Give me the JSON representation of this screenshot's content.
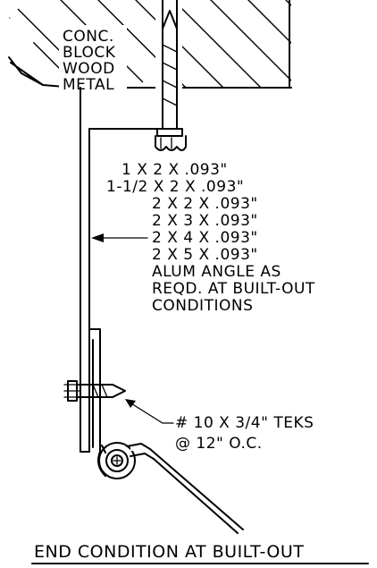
{
  "substrate_label": [
    "CONC.",
    "BLOCK",
    "WOOD",
    "METAL"
  ],
  "angle_sizes": [
    "1 X 2 X .093\"",
    "1-1/2 X 2 X .093\"",
    "2 X 2 X .093\"",
    "2 X 3 X .093\"",
    "2 X 4 X .093\"",
    "2 X 5 X .093\""
  ],
  "angle_note": [
    "ALUM ANGLE AS",
    "REQD. AT BUILT-OUT",
    "CONDITIONS"
  ],
  "fastener_note": [
    "# 10 X 3/4\" TEKS",
    "@ 12\" O.C."
  ],
  "title": "END CONDITION AT BUILT-OUT"
}
